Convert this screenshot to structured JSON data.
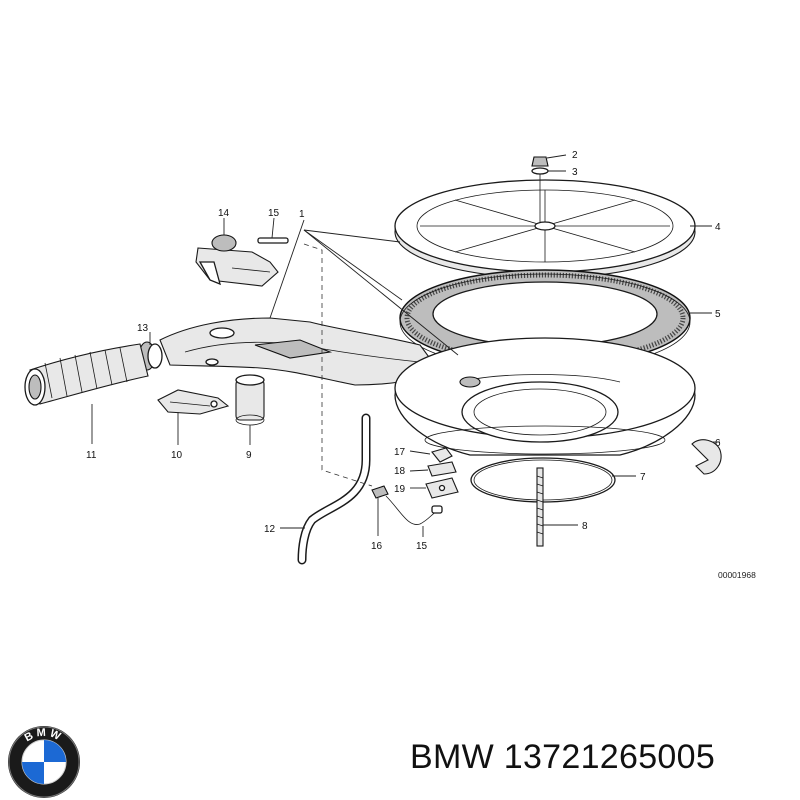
{
  "diagram": {
    "reference_code": "00001968",
    "callouts": {
      "c1": "1",
      "c2": "2",
      "c3": "3",
      "c4": "4",
      "c5": "5",
      "c6": "6",
      "c7": "7",
      "c8": "8",
      "c9": "9",
      "c10": "10",
      "c11": "11",
      "c12": "12",
      "c13": "13",
      "c14": "14",
      "c15a": "15",
      "c15b": "15",
      "c16": "16",
      "c17": "17",
      "c18": "18",
      "c19": "19"
    }
  },
  "footer": {
    "brand": "BMW",
    "part_number": "BMW 13721265005"
  },
  "colors": {
    "logo_blue": "#1c69d4",
    "logo_ring": "#1a1a1a",
    "line": "#1a1a1a"
  },
  "icons": {
    "brand_logo": "bmw-roundel-icon"
  }
}
